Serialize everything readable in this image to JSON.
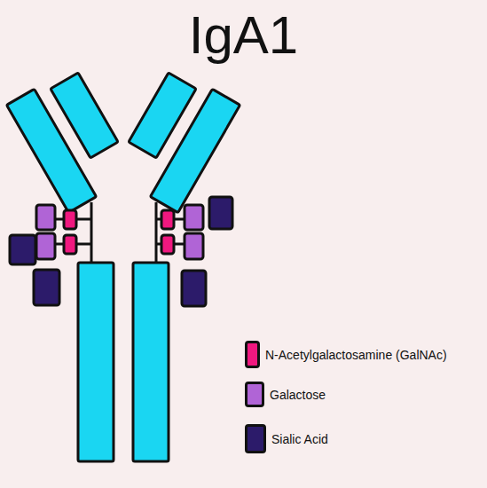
{
  "diagram": {
    "title": "IgA1",
    "legend": [
      {
        "text": "N-Acetylgalactosamine (GalNAc)",
        "color": "#f0187f"
      },
      {
        "text": "Galactose",
        "color": "#b064d6"
      },
      {
        "text": "Sialic Acid",
        "color": "#2c1b6a"
      }
    ]
  }
}
